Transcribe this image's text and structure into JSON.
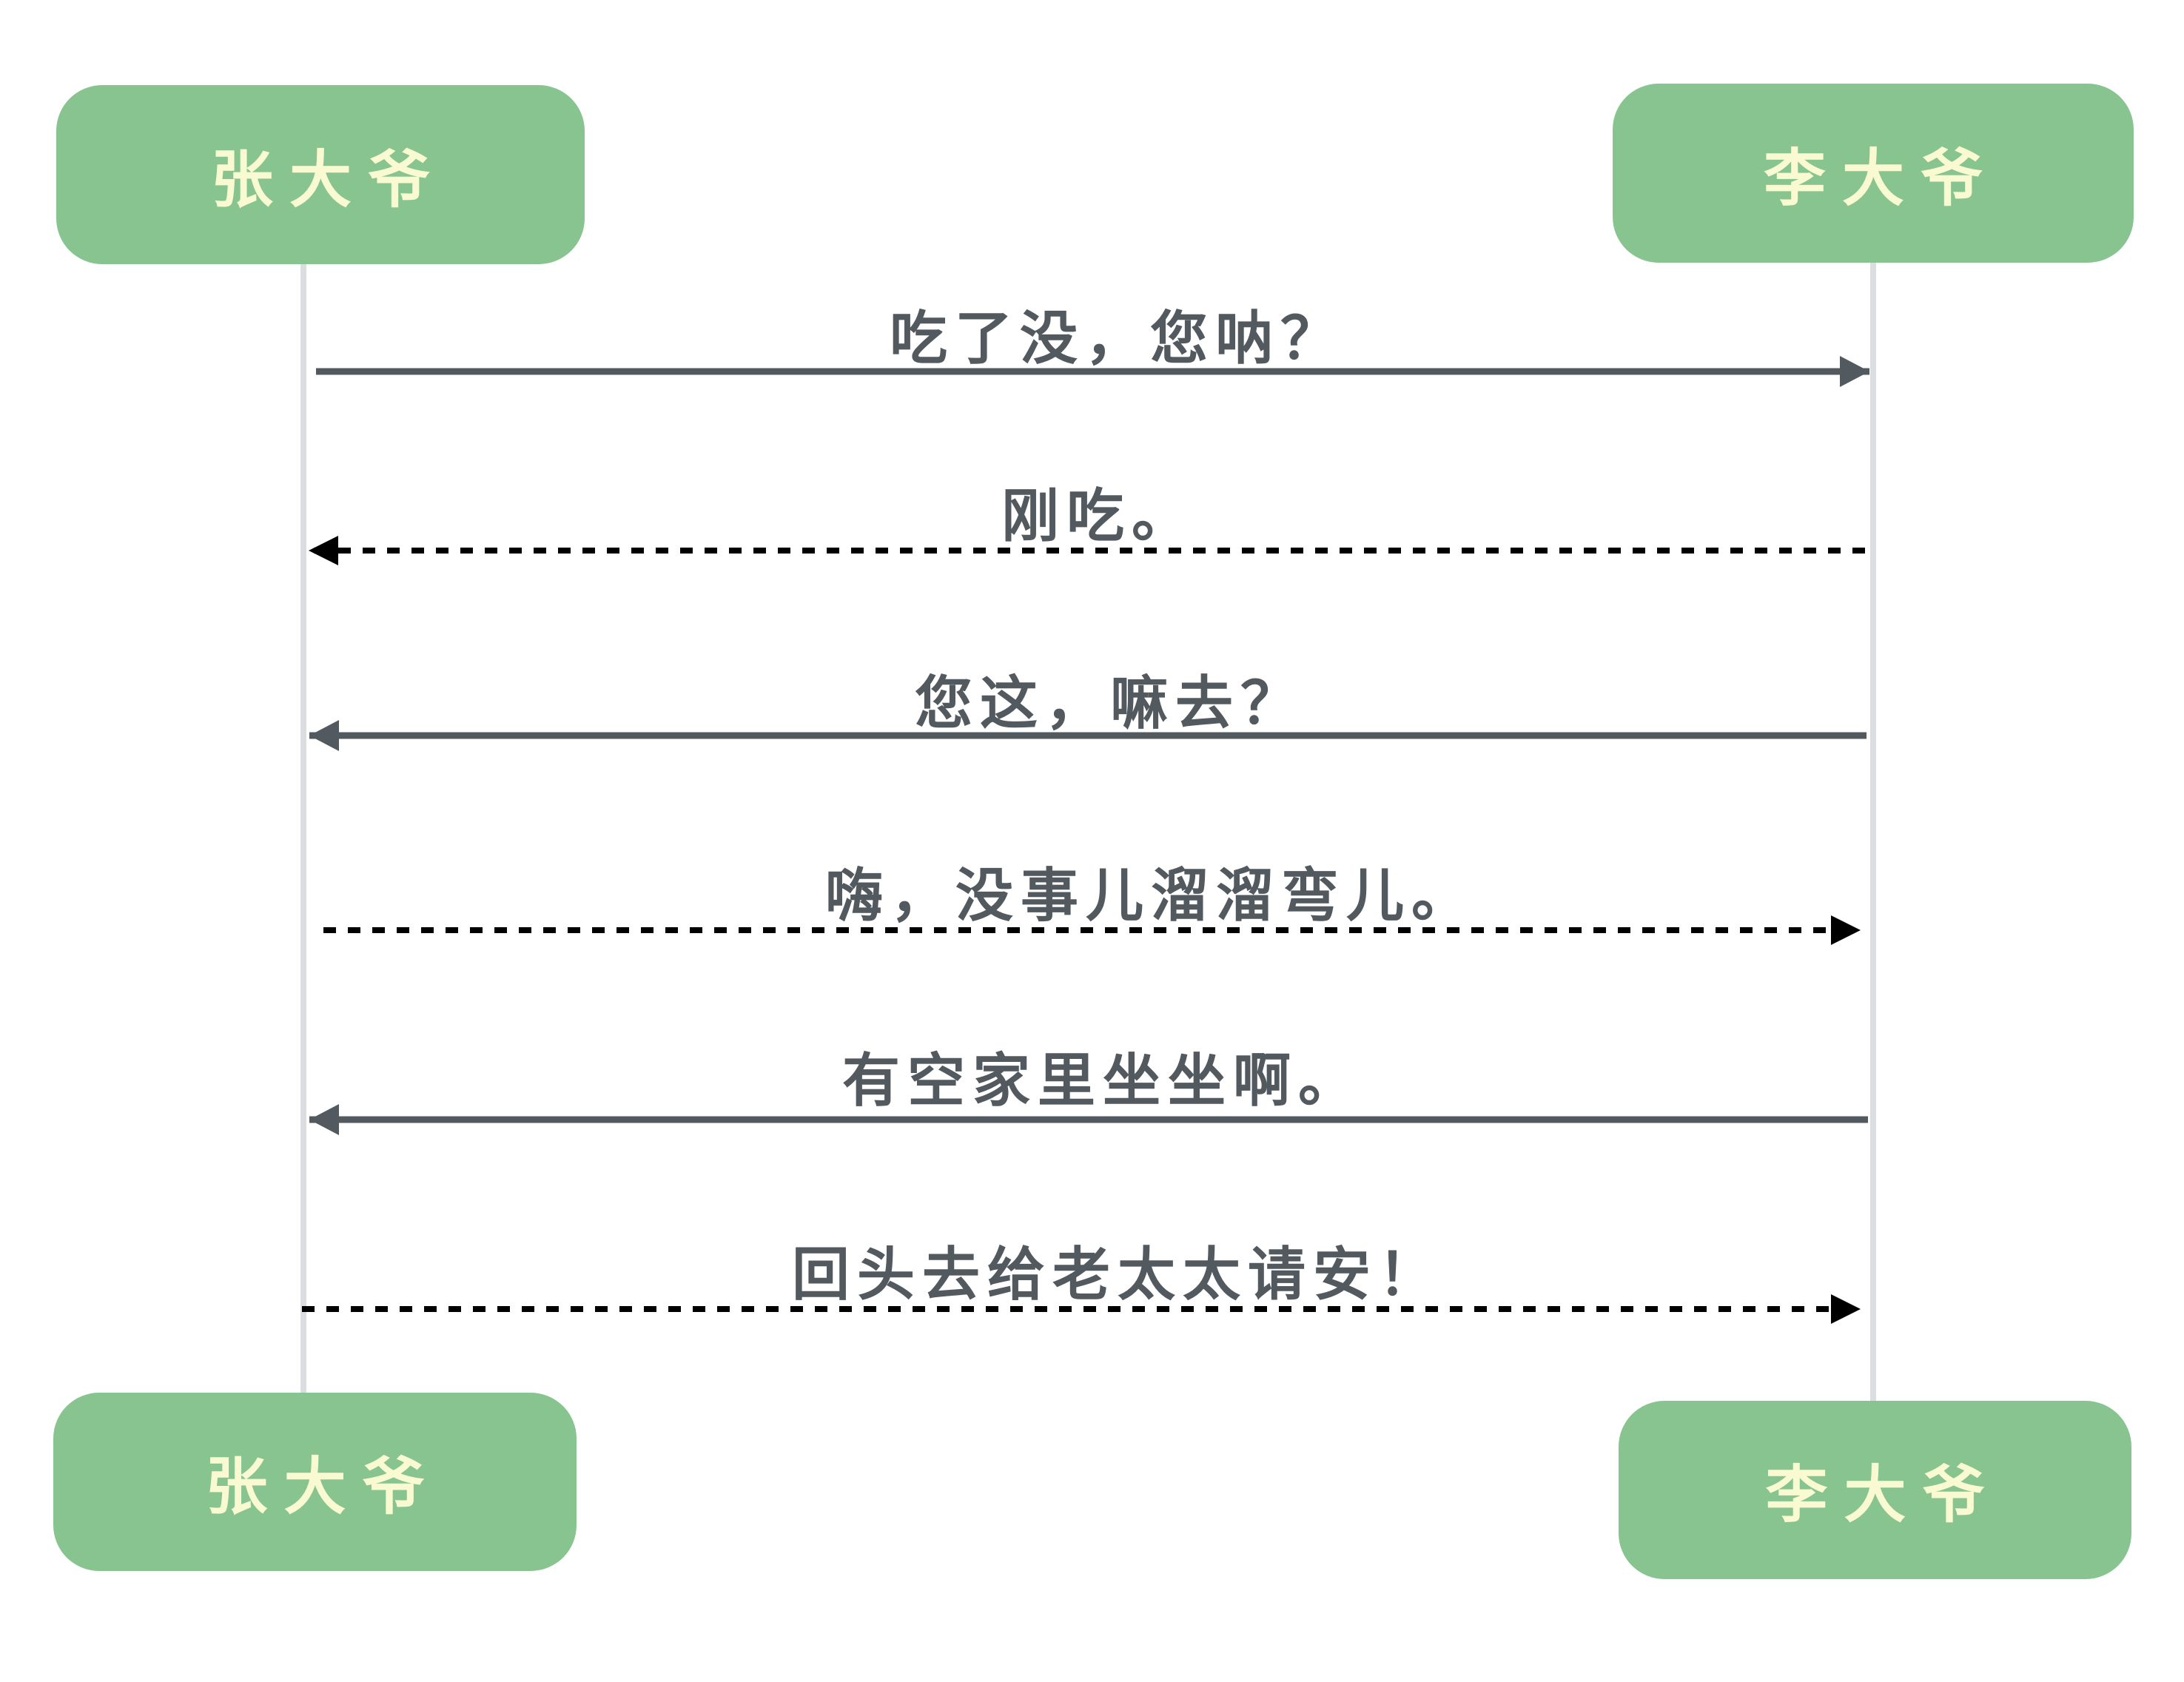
{
  "diagram": {
    "type": "sequence-diagram",
    "colors": {
      "actor_fill": "#87c48f",
      "actor_text": "#fafad2",
      "lifeline": "#dcdde0",
      "solid_arrow": "#52595f",
      "dashed_arrow": "#000000",
      "message_text": "#52595f"
    },
    "actors": {
      "left_top": "张大爷",
      "right_top": "李大爷",
      "left_bottom": "张大爷",
      "right_bottom": "李大爷"
    },
    "messages": [
      {
        "text": "吃了没，您呐？",
        "from": "张大爷",
        "to": "李大爷",
        "style": "solid"
      },
      {
        "text": "刚吃。",
        "from": "李大爷",
        "to": "张大爷",
        "style": "dashed"
      },
      {
        "text": "您这，嘛去？",
        "from": "李大爷",
        "to": "张大爷",
        "style": "solid"
      },
      {
        "text": "嗨，没事儿溜溜弯儿。",
        "from": "张大爷",
        "to": "李大爷",
        "style": "dashed"
      },
      {
        "text": "有空家里坐坐啊。",
        "from": "李大爷",
        "to": "张大爷",
        "style": "solid"
      },
      {
        "text": "回头去给老太太请安！",
        "from": "张大爷",
        "to": "李大爷",
        "style": "dashed"
      }
    ]
  }
}
